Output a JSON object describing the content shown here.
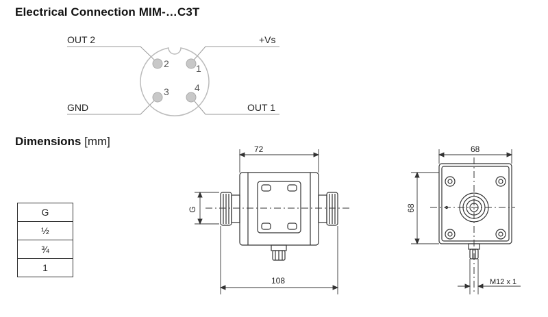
{
  "electrical": {
    "title": "Electrical Connection MIM-…C3T",
    "labels": {
      "out2": "OUT 2",
      "vs": "+Vs",
      "gnd": "GND",
      "out1": "OUT 1"
    },
    "pins": [
      "2",
      "1",
      "3",
      "4"
    ]
  },
  "dimensions": {
    "title_bold": "Dimensions",
    "title_unit": "[mm]",
    "side_view": {
      "width_top": "72",
      "width_bottom": "108",
      "thread_label": "G"
    },
    "front_view": {
      "width": "68",
      "height": "68",
      "connector": "M12 x 1"
    }
  },
  "g_table": {
    "header": "G",
    "rows": [
      "½",
      "¾",
      "1"
    ]
  },
  "colors": {
    "line": "#333333",
    "pin_fill": "#c8c8c8",
    "light_line": "#aaaaaa"
  }
}
